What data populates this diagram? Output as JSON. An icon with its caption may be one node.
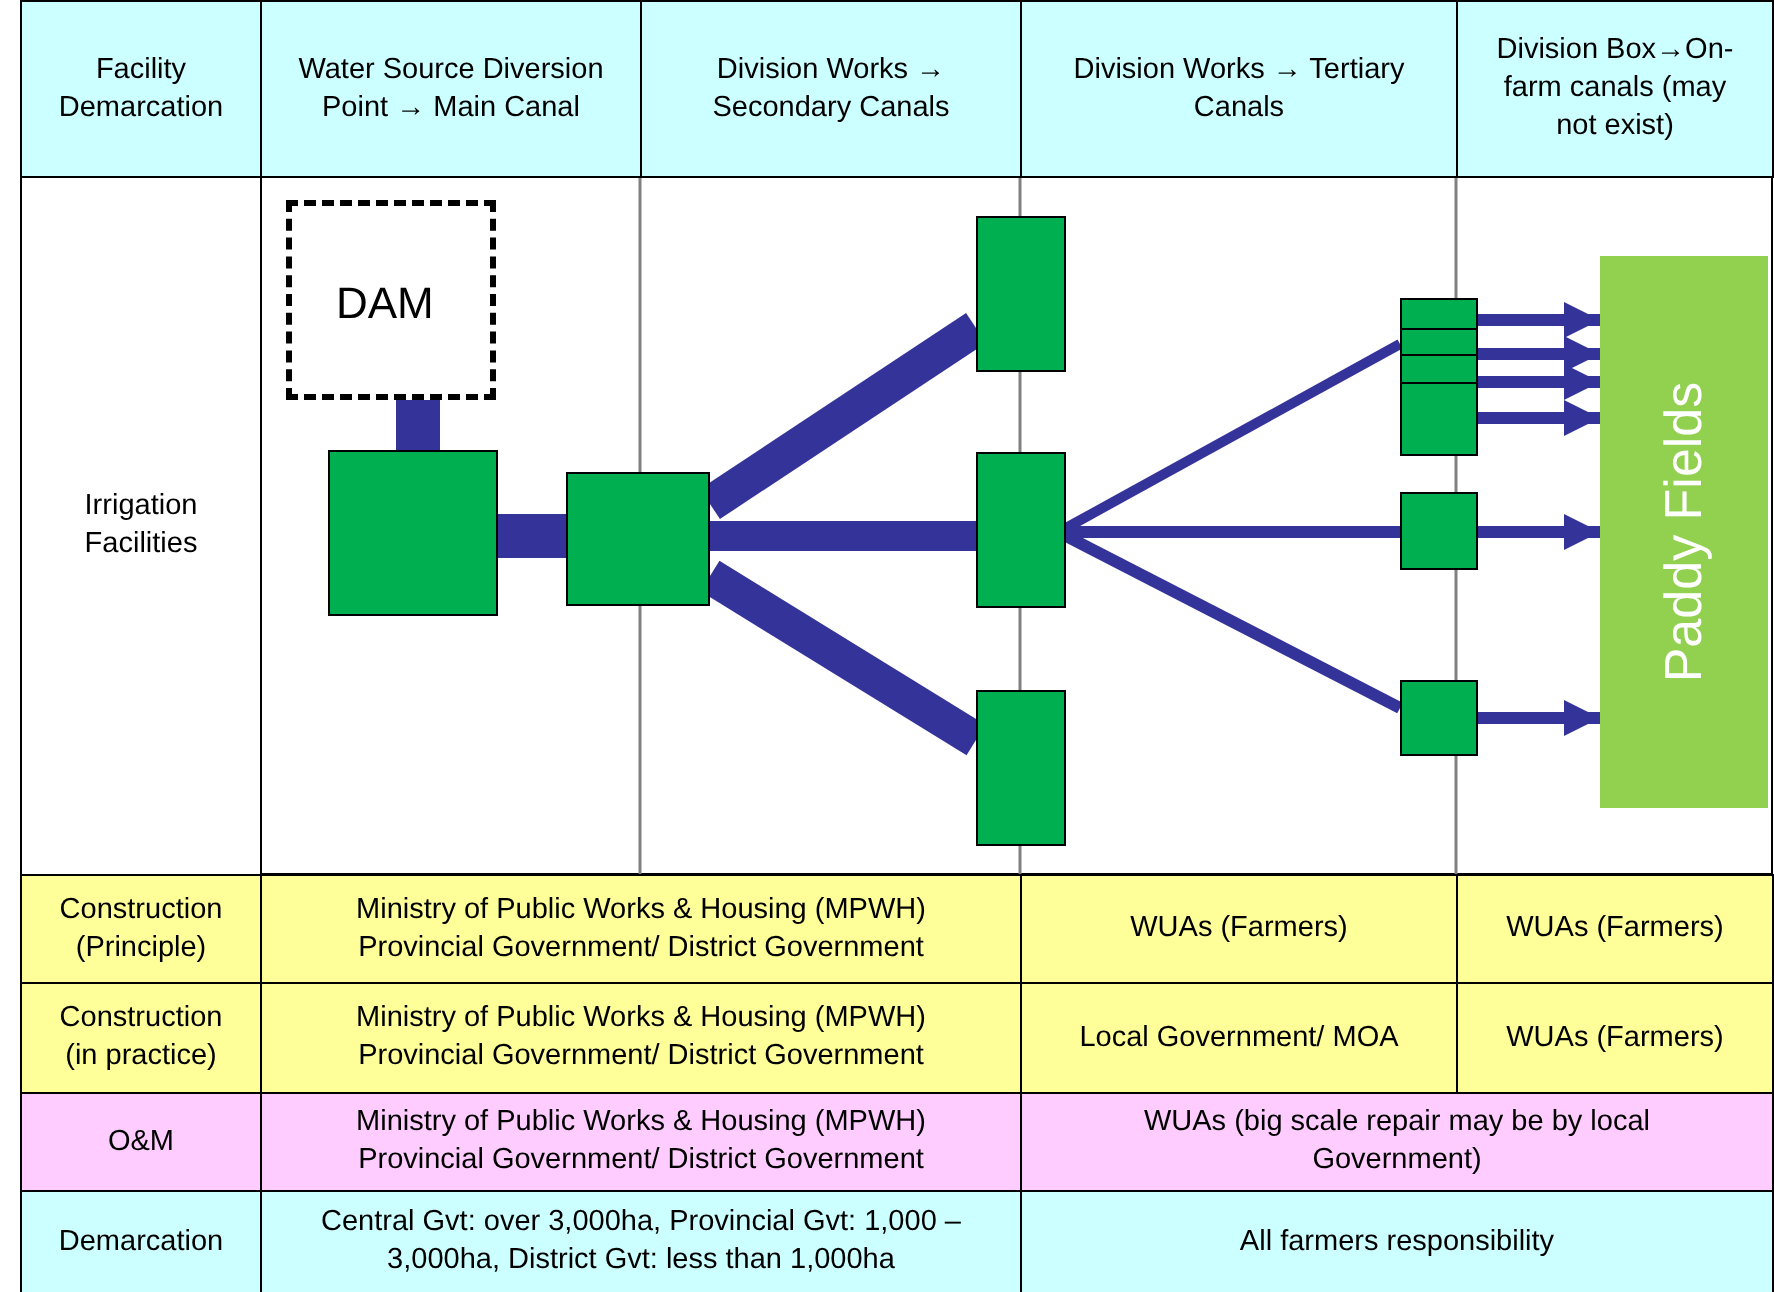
{
  "diagram": {
    "nodes": [
      {
        "text": [
          "DAM"
        ]
      },
      {
        "text": [],
        "shape": "box"
      },
      {
        "text": [],
        "shape": "box"
      },
      {
        "text": [],
        "shape": "box"
      },
      {
        "text": [],
        "shape": "box"
      },
      {
        "text": [],
        "shape": "box"
      },
      {
        "text": [],
        "shape": "box"
      },
      {
        "text": [],
        "shape": "box"
      },
      {
        "text": [],
        "shape": "box"
      },
      {
        "text": [
          "Paddy Fields"
        ]
      }
    ],
    "edges": [
      {
        "from": 0,
        "to": 1,
        "arrow": "none",
        "style": "thick"
      },
      {
        "from": 1,
        "to": 2,
        "arrow": "none",
        "style": "thick"
      },
      {
        "from": 2,
        "to": 3,
        "arrow": "none",
        "style": "thick"
      },
      {
        "from": 2,
        "to": 4,
        "arrow": "none",
        "style": "thick"
      },
      {
        "from": 2,
        "to": 5,
        "arrow": "none",
        "style": "thick"
      },
      {
        "from": 4,
        "to": 6,
        "arrow": "none"
      },
      {
        "from": 4,
        "to": 7,
        "arrow": "none"
      },
      {
        "from": 4,
        "to": 8,
        "arrow": "none"
      },
      {
        "from": 6,
        "to": 9,
        "arrow": "to"
      },
      {
        "from": 6,
        "to": 9,
        "arrow": "to"
      },
      {
        "from": 6,
        "to": 9,
        "arrow": "to"
      },
      {
        "from": 6,
        "to": 9,
        "arrow": "to"
      },
      {
        "from": 7,
        "to": 9,
        "arrow": "to"
      },
      {
        "from": 8,
        "to": 9,
        "arrow": "to"
      }
    ],
    "labels": [
      "Facility Demarcation",
      "Water Source Diversion Point → Main Canal",
      "Division Works → Secondary Canals",
      "Division Works → Tertiary Canals",
      "Division Box→On-farm canals (may not exist)",
      "Irrigation Facilities",
      "Construction (Principle)",
      "Ministry of Public Works & Housing (MPWH) Provincial Government/ District Government",
      "WUAs (Farmers)",
      "WUAs (Farmers)",
      "Construction (in practice)",
      "Ministry of Public Works & Housing (MPWH) Provincial Government/ District Government",
      "Local Government/ MOA",
      "WUAs (Farmers)",
      "O&M",
      "Ministry of Public Works & Housing (MPWH) Provincial Government/ District Government",
      "WUAs (big scale repair may be by local Government)",
      "Demarcation",
      "Central Gvt: over 3,000ha, Provincial Gvt: 1,000 – 3,000ha, District Gvt: less than 1,000ha",
      "All farmers responsibility"
    ]
  }
}
